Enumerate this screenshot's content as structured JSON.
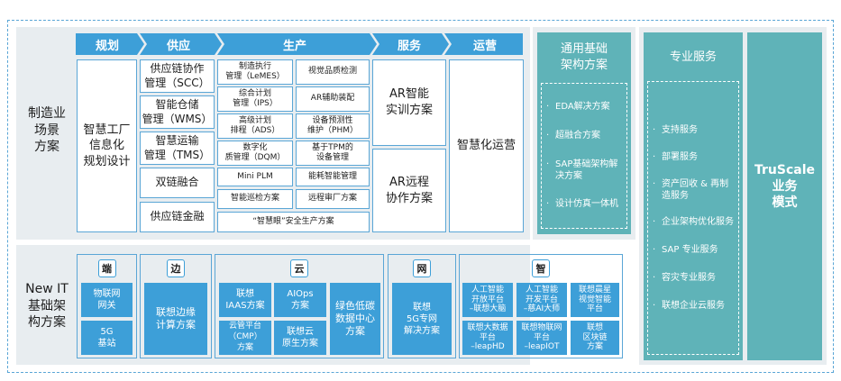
{
  "scenario": {
    "row_label": "制造业\n场景\n方案",
    "phases": [
      "规划",
      "供应",
      "生产",
      "服务",
      "运营"
    ],
    "planning": "智慧工厂\n信息化\n规划设计",
    "supply": [
      "供应链协作\n管理（SCC）",
      "智能仓储\n管理（WMS）",
      "智慧运输\n管理（TMS）",
      "双链融合",
      "供应链金融"
    ],
    "production_left": [
      "制造执行\n管理（LeMES）",
      "综合计划\n管理（IPS）",
      "高级计划\n排程（ADS）",
      "数字化\n质管理（DQM）",
      "Mini PLM",
      "智能巡检方案"
    ],
    "production_right": [
      "视觉品质检测",
      "AR辅助装配",
      "设备预测性\n维护（PHM）",
      "基于TPM的\n设备管理",
      "能耗智能管理",
      "远程审厂方案"
    ],
    "production_bottom": "“智慧眼”安全生产方案",
    "service": [
      "AR智能\n实训方案",
      "AR远程\n协作方案"
    ],
    "operation": "智慧化运营"
  },
  "infra": {
    "row_label": "New IT\n基础架\n构方案",
    "edge_device": {
      "icon": "端",
      "items": [
        "物联网\n网关",
        "5G\n基站"
      ]
    },
    "edge": {
      "icon": "边",
      "items": [
        "联想边缘\n计算方案"
      ]
    },
    "cloud": {
      "icon": "云",
      "items": [
        "联想\nIAAS方案",
        "AIOps\n方案",
        "云管平台\n（CMP）\n方案",
        "联想云\n原生方案"
      ],
      "wide": "绿色低碳\n数据中心\n方案"
    },
    "network": {
      "icon": "网",
      "items": [
        "联想\n5G专网\n解决方案"
      ]
    },
    "intelligence": {
      "icon": "智",
      "items": [
        "人工智能\n开放平台\n–联想大脑",
        "人工智能\n开发平台\n–慈AI大师",
        "联想晨星\n视觉智能\n平台",
        "联想大数据\n平台\n–leapHD",
        "联想物联网\n平台\n–leapIOT",
        "联想\n区块链\n方案"
      ]
    }
  },
  "general": {
    "title": "通用基础\n架构方案",
    "items": [
      "EDA解决方案",
      "超融合方案",
      "SAP基础架构解\n决方案",
      "设计仿真一体机"
    ]
  },
  "pro": {
    "title": "专业服务",
    "items": [
      "支持服务",
      "部署服务",
      "资产回收 & 再制\n造服务",
      "企业架构优化服务",
      "SAP 专业服务",
      "容灾专业服务",
      "联想企业云服务"
    ]
  },
  "truscale": {
    "title": "TruScale\n业务\n模式"
  },
  "colors": {
    "accent": "#3d9fd8",
    "teal": "#5fb3b8",
    "panel": "#e8edf0"
  }
}
